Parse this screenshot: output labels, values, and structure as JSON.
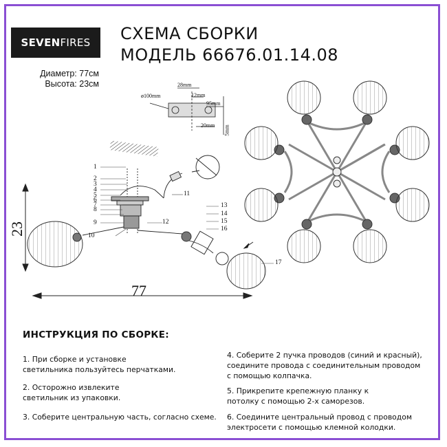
{
  "brand": {
    "part1": "SEVEN",
    "part2": "FIRES"
  },
  "header": {
    "line1": "СХЕМА СБОРКИ",
    "line2": "МОДЕЛЬ 66676.01.14.08"
  },
  "specs": {
    "diameter": "Диаметр: 77см",
    "height": "Высота: 23см"
  },
  "dimensions": {
    "height": "23",
    "width": "77"
  },
  "detail_labels": {
    "d100": "ø100mm",
    "l28": "28mm",
    "l12": "12mm",
    "l95": "95mm",
    "l20": "20mm",
    "l5": "5mm"
  },
  "part_numbers": [
    "1",
    "2",
    "3",
    "4",
    "5",
    "6",
    "7",
    "8",
    "9",
    "10",
    "11",
    "12",
    "13",
    "14",
    "15",
    "16",
    "17"
  ],
  "instructions": {
    "title": "ИНСТРУКЦИЯ ПО СБОРКЕ:",
    "step1": [
      "1. При сборке и установке",
      "светильника пользуйтесь перчатками."
    ],
    "step2": [
      "2. Осторожно извлеките",
      "светильник из упаковки."
    ],
    "step3": [
      "3. Соберите центральную часть, согласно схеме."
    ],
    "step4": [
      "4. Соберите 2 пучка проводов (синий и красный),",
      "соедините провода с соединительным проводом",
      "с помощью колпачка."
    ],
    "step5": [
      "5. Прикрепите крепежную планку к",
      "потолку с помощью 2-х саморезов."
    ],
    "step6": [
      "6. Соедините центральный провод с проводом",
      "электросети с помощью клемной колодки."
    ]
  },
  "colors": {
    "frame": "#8a4fd3",
    "logo_bg": "#1b1b1b"
  }
}
